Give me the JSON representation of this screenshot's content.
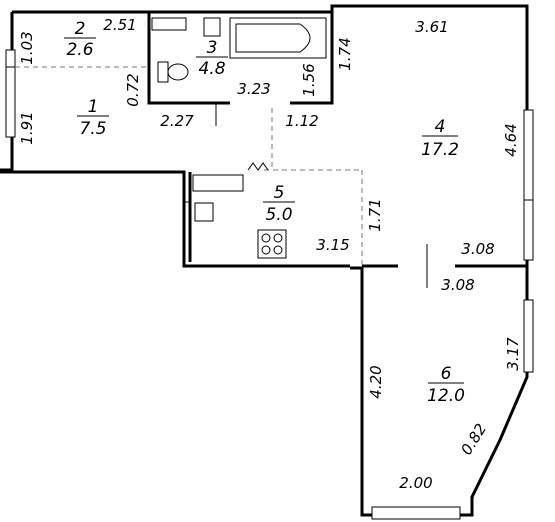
{
  "rooms": [
    {
      "number": "1",
      "area": "7.5"
    },
    {
      "number": "2",
      "area": "2.6"
    },
    {
      "number": "3",
      "area": "4.8"
    },
    {
      "number": "4",
      "area": "17.2"
    },
    {
      "number": "5",
      "area": "5.0"
    },
    {
      "number": "6",
      "area": "12.0"
    }
  ],
  "dimensions": {
    "d_103": "1.03",
    "d_251": "2.51",
    "d_072": "0.72",
    "d_191": "1.91",
    "d_227": "2.27",
    "d_323": "3.23",
    "d_156": "1.56",
    "d_174": "1.74",
    "d_112": "1.12",
    "d_361": "3.61",
    "d_464": "4.64",
    "d_171": "1.71",
    "d_315": "3.15",
    "d_308a": "3.08",
    "d_308b": "3.08",
    "d_317": "3.17",
    "d_420": "4.20",
    "d_082": "0.82",
    "d_200": "2.00"
  }
}
